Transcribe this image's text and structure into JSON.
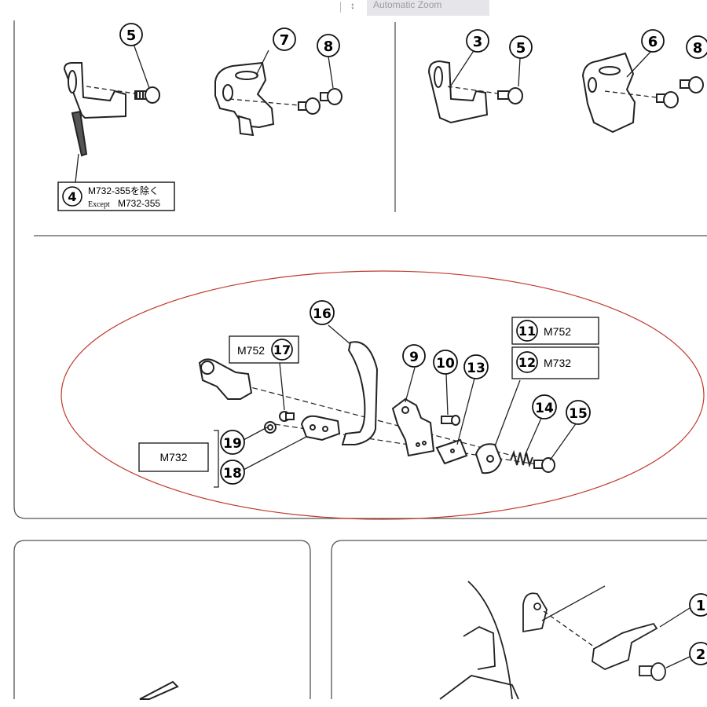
{
  "browser": {
    "tab_text": "Automatic Zoom",
    "caret": "↕"
  },
  "top_left": {
    "callouts": [
      "5",
      "7",
      "8"
    ],
    "note_number": "4",
    "note_line1": "M732-355を除く",
    "note_line2_prefix": "Except",
    "note_line2_model": "M732-355"
  },
  "top_right": {
    "callouts": [
      "3",
      "5",
      "6",
      "8"
    ]
  },
  "middle": {
    "callouts": [
      "16",
      "9",
      "10",
      "13",
      "14",
      "15",
      "19",
      "18"
    ],
    "box_m752": {
      "number": "17",
      "model": "M752"
    },
    "box_11": {
      "number": "11",
      "model": "M752"
    },
    "box_12": {
      "number": "12",
      "model": "M732"
    },
    "box_m732": "M732"
  },
  "bottom_right": {
    "callouts": [
      "1",
      "2"
    ]
  },
  "colors": {
    "line": "#333333",
    "frame": "#555555",
    "annotation_ellipse": "#c0392b",
    "tab_bg": "#e6e6ea"
  }
}
